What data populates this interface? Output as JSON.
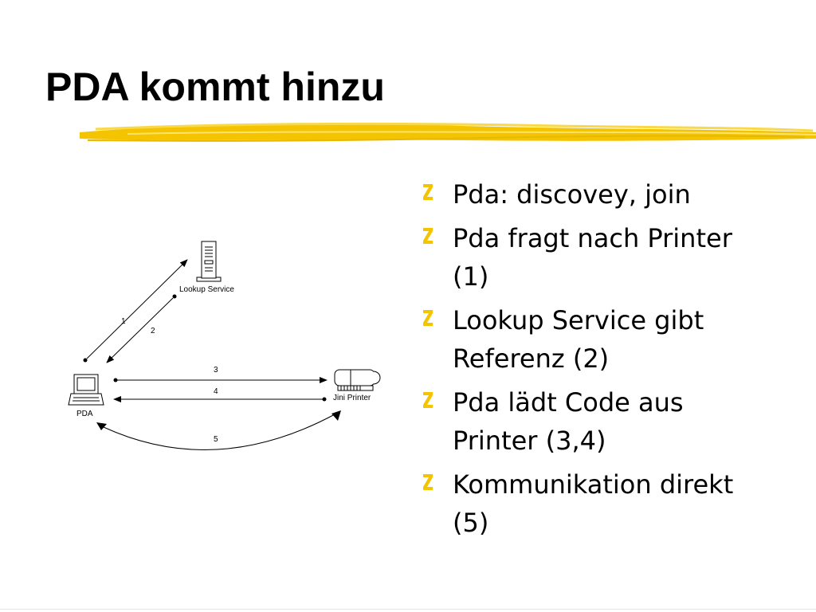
{
  "slide": {
    "title": "PDA kommt hinzu",
    "accent_color": "#f5c400"
  },
  "bullets": [
    "Pda: discovey, join",
    "Pda fragt nach Printer (1)",
    "Lookup Service gibt Referenz (2)",
    "Pda lädt Code aus Printer (3,4)",
    "Kommunikation direkt (5)"
  ],
  "diagram": {
    "nodes": {
      "lookup": "Lookup Service",
      "printer": "Jini Printer",
      "pda": "PDA"
    },
    "arrows": [
      "1",
      "2",
      "3",
      "4",
      "5"
    ],
    "icons": [
      "server-icon",
      "printer-icon",
      "laptop-icon"
    ]
  }
}
